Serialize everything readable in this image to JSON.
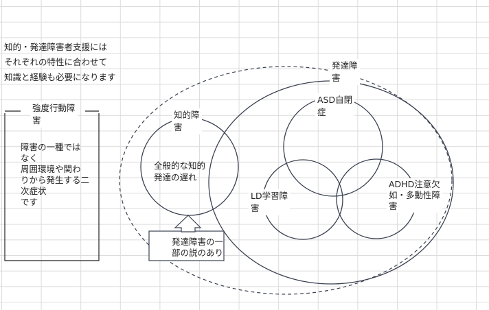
{
  "intro": [
    "知的・発達障害者支援には",
    "それぞれの特性に合わせて",
    "知識と経験も必要になります"
  ],
  "behavior_box": {
    "title": [
      "強度行動障",
      "害"
    ],
    "body": [
      "障害の一種では",
      "なく",
      "周囲環境や関わ",
      "りから発生する二",
      "次症状",
      "です"
    ]
  },
  "intellectual": {
    "title": [
      "知的障",
      "害"
    ],
    "desc": [
      "全般的な知的",
      "発達の遅れ"
    ]
  },
  "developmental": {
    "title": [
      "発達障",
      "害"
    ]
  },
  "asd": [
    "ASD自閉",
    "症"
  ],
  "ld": [
    "LD学習障",
    "害"
  ],
  "adhd": [
    "ADHD注意欠",
    "如・多動性障",
    "害"
  ],
  "note": [
    "発達障害の一",
    "部の説のあり"
  ],
  "colors": {
    "line": "#3a4150",
    "grid": "#dcdcdc"
  }
}
